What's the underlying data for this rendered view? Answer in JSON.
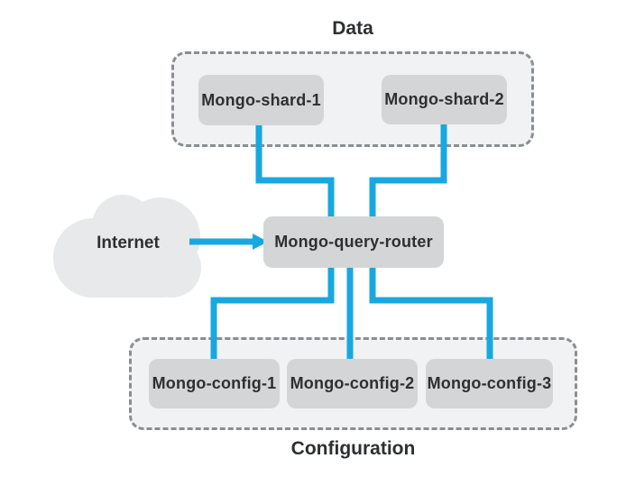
{
  "diagram": {
    "groups": [
      {
        "label": "Data",
        "label_position": "top",
        "nodes": [
          {
            "label": "Mongo-shard-1"
          },
          {
            "label": "Mongo-shard-2"
          }
        ]
      },
      {
        "label": "Configuration",
        "label_position": "bottom",
        "nodes": [
          {
            "label": "Mongo-config-1"
          },
          {
            "label": "Mongo-config-2"
          },
          {
            "label": "Mongo-config-3"
          }
        ]
      }
    ],
    "router": {
      "label": "Mongo-query-router"
    },
    "internet": {
      "label": "Internet"
    },
    "colors": {
      "connector_blue": "#17a8e1",
      "node_fill": "#d3d5d6",
      "container_fill": "#f1f2f3",
      "container_border": "#8b8e91",
      "cloud_fill": "#e7e9ea",
      "text_color": "#2d2f31"
    }
  }
}
